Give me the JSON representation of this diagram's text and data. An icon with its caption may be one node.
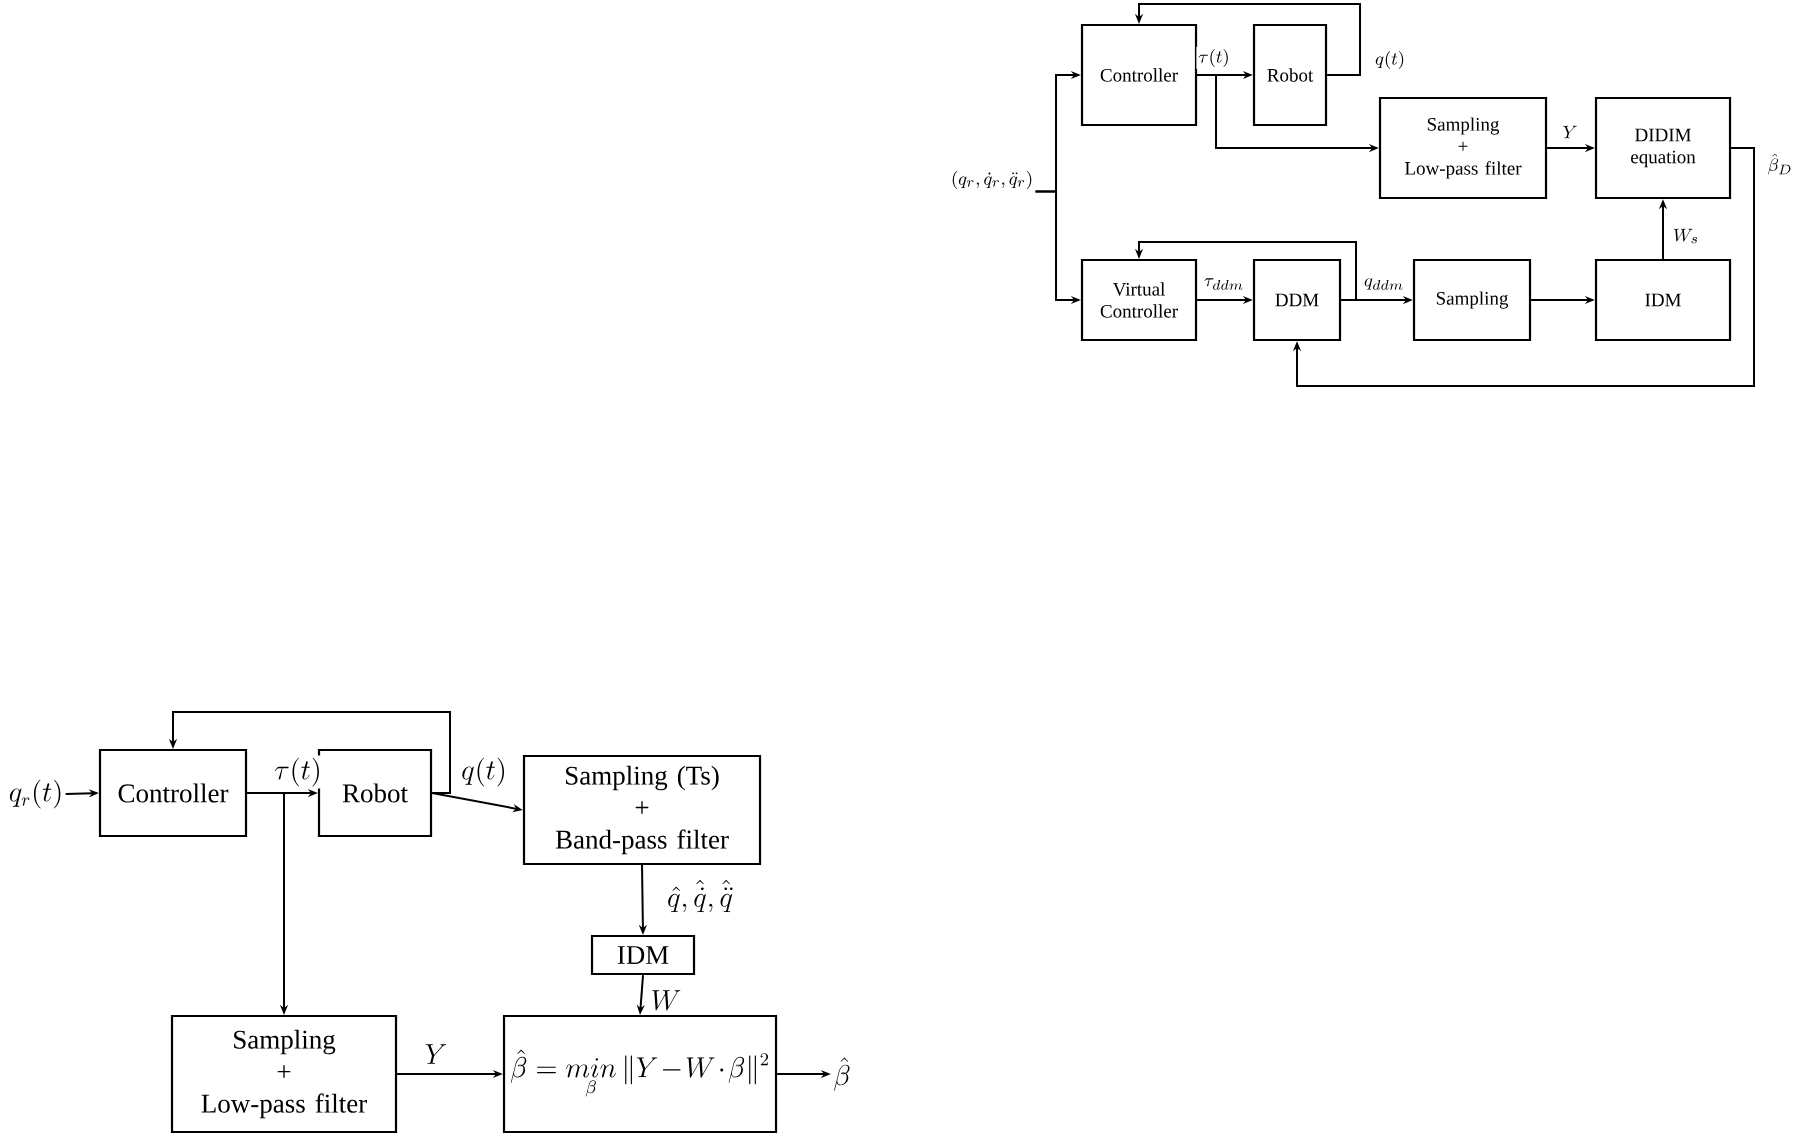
{
  "diagram": {
    "nodes": [
      {
        "text": [
          "Controller"
        ]
      },
      {
        "text": [
          "Robot"
        ]
      },
      {
        "text": [
          "Sampling",
          "+",
          "Low-pass filter"
        ]
      },
      {
        "text": [
          "DIDIM equation"
        ]
      },
      {
        "text": [
          "Virtual Controller"
        ]
      },
      {
        "text": [
          "DDM"
        ]
      },
      {
        "text": [
          "Sampling"
        ]
      },
      {
        "text": [
          "IDM"
        ]
      },
      {
        "text": [
          "(q_{r},\\dot{q}_{r},\\ddot{q}_{r})"
        ]
      },
      {
        "text": [
          "q_{r}(t)"
        ]
      },
      {
        "text": [
          "Controller"
        ]
      },
      {
        "text": [
          "Robot"
        ]
      },
      {
        "text": [
          "Sampling (Ts)",
          "+",
          "Band-pass filter"
        ]
      },
      {
        "text": [
          "IDM"
        ]
      },
      {
        "text": [
          "Sampling",
          "+",
          "Low-pass filter"
        ]
      },
      {
        "text": [
          "\\hat{\\beta}=\\mathop{min}\\limits_{\\beta}\\|Y-W\\cdot\\beta\\|^{2}"
        ]
      },
      {
        "text": [
          "\\hat{\\beta}"
        ]
      }
    ],
    "edges": [
      {
        "from": 8,
        "to": 0,
        "arrow": "to"
      },
      {
        "from": 8,
        "to": 4,
        "arrow": "to"
      },
      {
        "from": 0,
        "to": 1,
        "arrow": "to",
        "label": "\\tau(t)"
      },
      {
        "from": 1,
        "to": 0,
        "arrow": "to",
        "label": "q(t)"
      },
      {
        "from": 0,
        "to": 2,
        "arrow": "to"
      },
      {
        "from": 2,
        "to": 3,
        "arrow": "to",
        "label": "Y"
      },
      {
        "from": 4,
        "to": 5,
        "arrow": "to",
        "label": "\\tau_{ddm}"
      },
      {
        "from": 5,
        "to": 4,
        "arrow": "to"
      },
      {
        "from": 5,
        "to": 6,
        "arrow": "to",
        "label": "q_{ddm}"
      },
      {
        "from": 6,
        "to": 7,
        "arrow": "to"
      },
      {
        "from": 7,
        "to": 3,
        "arrow": "to",
        "label": "W_{s}"
      },
      {
        "from": 3,
        "to": 5,
        "arrow": "to",
        "label": "\\hat{\\beta}_{D}"
      },
      {
        "from": 9,
        "to": 10,
        "arrow": "to"
      },
      {
        "from": 10,
        "to": 11,
        "arrow": "to",
        "label": "\\tau(t)"
      },
      {
        "from": 11,
        "to": 10,
        "arrow": "to"
      },
      {
        "from": 11,
        "to": 12,
        "arrow": "to",
        "label": "q(t)"
      },
      {
        "from": 10,
        "to": 14,
        "arrow": "to"
      },
      {
        "from": 12,
        "to": 13,
        "arrow": "to",
        "label": "\\hat{q},\\hat{\\dot{q}},\\hat{\\ddot{q}}"
      },
      {
        "from": 13,
        "to": 15,
        "arrow": "to",
        "label": "W"
      },
      {
        "from": 14,
        "to": 15,
        "arrow": "to",
        "label": "Y"
      },
      {
        "from": 15,
        "to": 16,
        "arrow": "to"
      }
    ]
  }
}
